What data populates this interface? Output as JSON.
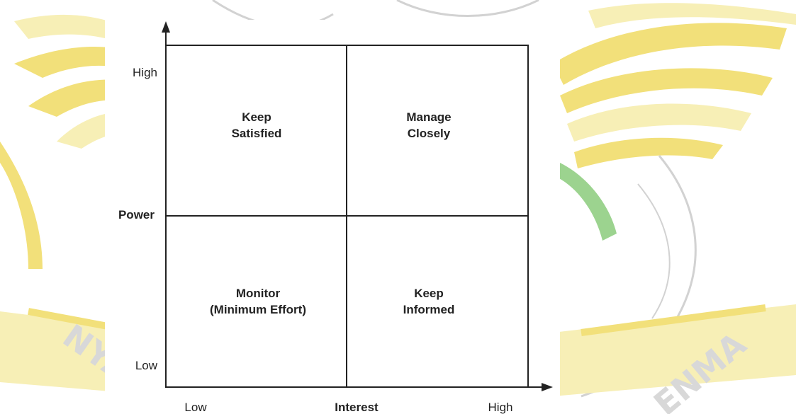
{
  "colors": {
    "wing_yellow": "#f2e07a",
    "wing_light": "#f7efb6",
    "shield_green": "#9cd38f",
    "outline_grey": "#d2d2d2",
    "watermark_text": "#d8d8d8",
    "ink": "#222222"
  },
  "watermark": {
    "description_icon": "knust-crest-wings-watermark",
    "left_text": "NYA",
    "right_text": "ENMA"
  },
  "matrix": {
    "quadrants": {
      "top_left": {
        "line1": "Keep",
        "line2": "Satisfied"
      },
      "top_right": {
        "line1": "Manage",
        "line2": "Closely"
      },
      "bottom_left": {
        "line1": "Monitor",
        "line2": "(Minimum Effort)"
      },
      "bottom_right": {
        "line1": "Keep",
        "line2": "Informed"
      }
    },
    "y_axis": {
      "title": "Power",
      "high": "High",
      "low": "Low"
    },
    "x_axis": {
      "title": "Interest",
      "low": "Low",
      "high": "High"
    }
  }
}
